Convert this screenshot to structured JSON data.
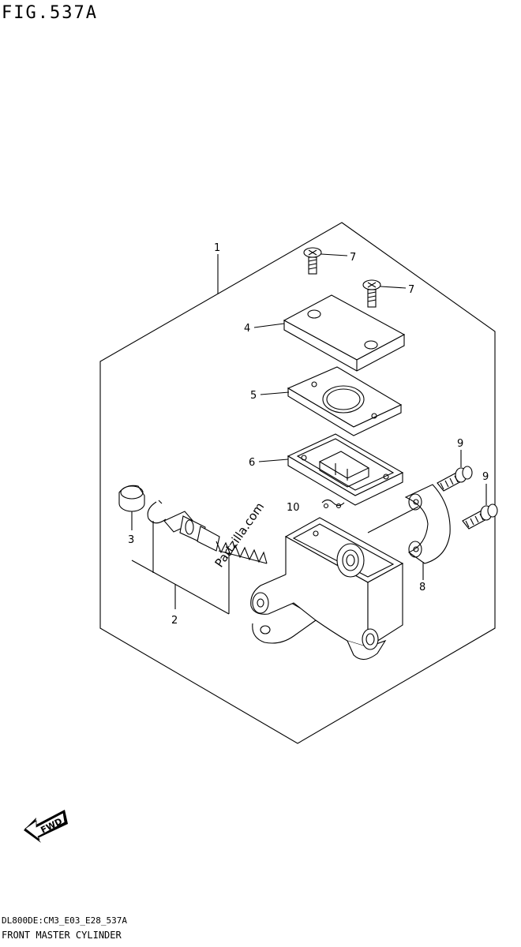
{
  "figure": {
    "title": "FIG.537A",
    "code": "DL800DE:CM3_E03_E28_537A",
    "name": "FRONT MASTER CYLINDER",
    "watermark": "Partzilla.com",
    "fwd_label": "FWD"
  },
  "callouts": [
    {
      "id": "c1",
      "text": "1"
    },
    {
      "id": "c2",
      "text": "2"
    },
    {
      "id": "c3",
      "text": "3"
    },
    {
      "id": "c4",
      "text": "4"
    },
    {
      "id": "c5",
      "text": "5"
    },
    {
      "id": "c6",
      "text": "6"
    },
    {
      "id": "c7a",
      "text": "7"
    },
    {
      "id": "c7b",
      "text": "7"
    },
    {
      "id": "c8",
      "text": "8"
    },
    {
      "id": "c9a",
      "text": "9"
    },
    {
      "id": "c9b",
      "text": "9"
    },
    {
      "id": "c10",
      "text": "10"
    }
  ]
}
